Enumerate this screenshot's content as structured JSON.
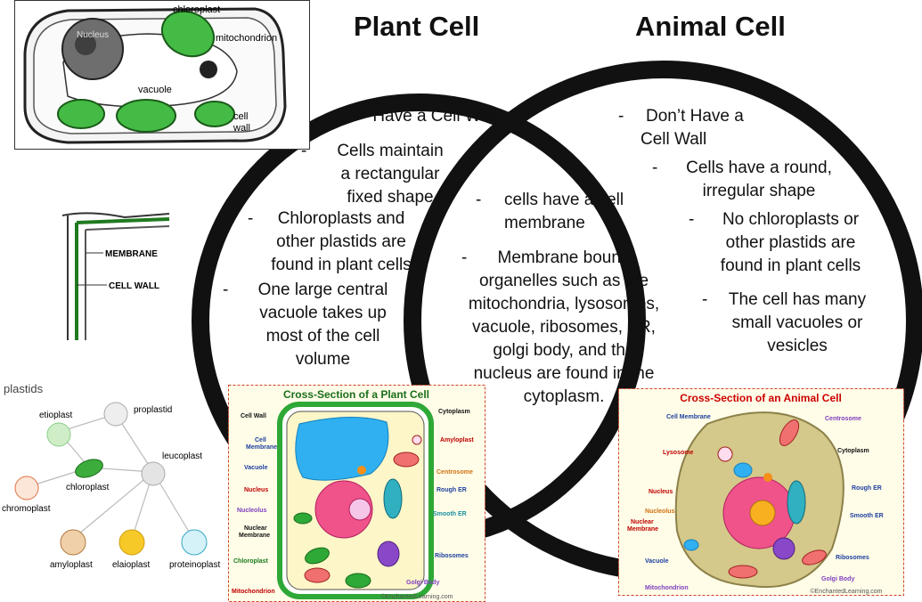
{
  "titles": {
    "plant": "Plant Cell",
    "animal": "Animal Cell"
  },
  "plant_only": {
    "wall": "Have a Cell Wall",
    "shape": "Cells maintain\na rectangular\nfixed shape",
    "plastids": "Chloroplasts and\nother plastids are\nfound in plant cells",
    "vacuole": "One large central\nvacuole takes up\nmost of the cell\nvolume"
  },
  "shared": {
    "membrane": "cells have a cell\nmembrane",
    "organelles": "Membrane bound\norganelles such as the\nmitochondria, lysosomes,\nvacuole, ribosomes, ER,\ngolgi body, and the\nnucleus are found in the\ncytoplasm."
  },
  "animal_only": {
    "no_wall": "Don’t Have a\nCell Wall",
    "shape": "Cells have a round,\nirregular shape",
    "no_plastids": "No chloroplasts or\nother plastids are\nfound in plant cells",
    "vacuoles": "The cell has many\nsmall vacuoles or\nvesicles"
  },
  "dash": "-",
  "top_figure": {
    "chloroplast": "chloroplast",
    "mitochondrion": "mitochondrion",
    "nucleus": "Nucleus",
    "vacuole": "vacuole",
    "cell_wall": "cell\nwall"
  },
  "wall_figure": {
    "membrane": "MEMBRANE",
    "cell_wall": "CELL WALL"
  },
  "plastids_figure": {
    "heading": "plastids",
    "items": [
      "etioplast",
      "proplastid",
      "leucoplast",
      "chloroplast",
      "chromoplast",
      "amyloplast",
      "elaioplast",
      "proteinoplast"
    ]
  },
  "plant_diagram": {
    "title": "Cross-Section of a Plant Cell",
    "labels_left": [
      "Cell Wall",
      "Cell\nMembrane",
      "Vacuole",
      "Nucleus",
      "Nucleolus",
      "Nuclear\nMembrane",
      "Chloroplast",
      "Mitochondrion"
    ],
    "labels_right": [
      "Cytoplasm",
      "Amyloplast",
      "Centrosome",
      "Rough ER",
      "Smooth ER",
      "Ribosomes",
      "Golgi Body"
    ],
    "credit": "©EnchantedLearning.com"
  },
  "animal_diagram": {
    "title": "Cross-Section of an Animal Cell",
    "labels_left": [
      "Cell Membrane",
      "Lysosome",
      "Nucleus",
      "Nucleolus",
      "Nuclear\nMembrane",
      "Vacuole",
      "Mitochondrion"
    ],
    "labels_right": [
      "Centrosome",
      "Cytoplasm",
      "Rough ER",
      "Smooth ER",
      "Ribosomes",
      "Golgi Body"
    ],
    "credit": "©EnchantedLearning.com"
  },
  "colors": {
    "ring": "#111111",
    "chloroplast_green": "#2ea836",
    "wall_green": "#1f7a1f",
    "diagram_title": "#1a6e1a",
    "animal_title": "#cc0000",
    "diagram_border": "#d04020"
  }
}
